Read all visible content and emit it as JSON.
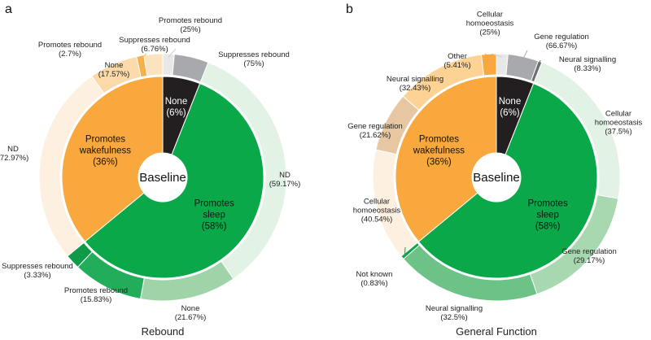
{
  "chart_data": [
    {
      "type": "pie",
      "panel": "a",
      "title": "Rebound",
      "center_label": "Baseline",
      "inner": [
        {
          "line1": "None",
          "line2": "(6%)",
          "value": 6,
          "color": "#231f20",
          "text_color": "#ffffff"
        },
        {
          "line1": "Promotes",
          "line2": "sleep",
          "line3": "(58%)",
          "value": 58,
          "color": "#0ba84a",
          "text_color": "#111111"
        },
        {
          "line1": "Promotes",
          "line2": "wakefulness",
          "line3": "(36%)",
          "value": 36,
          "color": "#f8a83c",
          "text_color": "#111111"
        }
      ],
      "outer": [
        {
          "parent": 0,
          "line1": "Promotes rebound",
          "line2": "(25%)",
          "value": 25,
          "color": "#e8e8e8"
        },
        {
          "parent": 0,
          "line1": "Suppresses rebound",
          "line2": "(75%)",
          "value": 75,
          "color": "#a7a9ac"
        },
        {
          "parent": 1,
          "line1": "ND",
          "line2": "(59.17%)",
          "value": 59.17,
          "color": "#e2f2e5"
        },
        {
          "parent": 1,
          "line1": "None",
          "line2": "(21.67%)",
          "value": 21.67,
          "color": "#9fd4a8"
        },
        {
          "parent": 1,
          "line1": "Promotes rebound",
          "line2": "(15.83%)",
          "value": 15.83,
          "color": "#22ad5a"
        },
        {
          "parent": 1,
          "line1": "Suppresses rebound",
          "line2": "(3.33%)",
          "value": 3.33,
          "color": "#0e9a48"
        },
        {
          "parent": 2,
          "line1": "ND",
          "line2": "(72.97%)",
          "value": 72.97,
          "color": "#fef0e0"
        },
        {
          "parent": 2,
          "line1": "None",
          "line2": "(17.57%)",
          "value": 17.57,
          "color": "#fcd9a8"
        },
        {
          "parent": 2,
          "line1": "Promotes rebound",
          "line2": "(2.7%)",
          "value": 2.7,
          "color": "#f6b14e"
        },
        {
          "parent": 2,
          "line1": "Suppresses rebound",
          "line2": "(6.76%)",
          "value": 6.76,
          "color": "#fbe3bf"
        }
      ]
    },
    {
      "type": "pie",
      "panel": "b",
      "title": "General Function",
      "center_label": "Baseline",
      "inner": [
        {
          "line1": "None",
          "line2": "(6%)",
          "value": 6,
          "color": "#231f20",
          "text_color": "#ffffff"
        },
        {
          "line1": "Promotes",
          "line2": "sleep",
          "line3": "(58%)",
          "value": 58,
          "color": "#0ba84a",
          "text_color": "#111111"
        },
        {
          "line1": "Promotes",
          "line2": "wakefulness",
          "line3": "(36%)",
          "value": 36,
          "color": "#f8a83c",
          "text_color": "#111111"
        }
      ],
      "outer": [
        {
          "parent": 0,
          "line1": "Cellular",
          "line2": "homoeostasis",
          "line3": "(25%)",
          "value": 25,
          "color": "#e8e8e8"
        },
        {
          "parent": 0,
          "line1": "Gene regulation",
          "line2": "(66.67%)",
          "value": 66.67,
          "color": "#a7a9ac"
        },
        {
          "parent": 0,
          "line1": "Neural signalling",
          "line2": "(8.33%)",
          "value": 8.33,
          "color": "#6d6e71"
        },
        {
          "parent": 1,
          "line1": "Cellular",
          "line2": "homoeostasis",
          "line3": "(37.5%)",
          "value": 37.5,
          "color": "#e2f2e5"
        },
        {
          "parent": 1,
          "line1": "Gene regulation",
          "line2": "(29.17%)",
          "value": 29.17,
          "color": "#a8d8b0"
        },
        {
          "parent": 1,
          "line1": "Neural signalling",
          "line2": "(32.5%)",
          "value": 32.5,
          "color": "#6cc287"
        },
        {
          "parent": 1,
          "line1": "Not known",
          "line2": "(0.83%)",
          "value": 0.83,
          "color": "#0ba84a"
        },
        {
          "parent": 2,
          "line1": "Cellular",
          "line2": "homoeostasis",
          "line3": "(40.54%)",
          "value": 40.54,
          "color": "#fef0e0"
        },
        {
          "parent": 2,
          "line1": "Gene regulation",
          "line2": "(21.62%)",
          "value": 21.62,
          "color": "#e6c7a2"
        },
        {
          "parent": 2,
          "line1": "Neural signalling",
          "line2": "(32.43%)",
          "value": 32.43,
          "color": "#fcd295"
        },
        {
          "parent": 2,
          "line1": "Other",
          "line2": "(5.41%)",
          "value": 5.41,
          "color": "#f8a83c"
        }
      ]
    }
  ]
}
